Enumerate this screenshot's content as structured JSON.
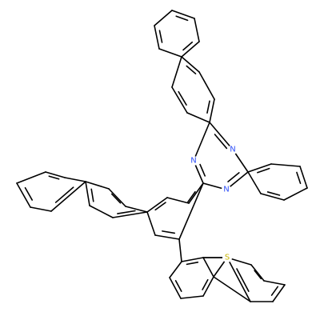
{
  "molecule": {
    "atom_labels": [
      {
        "id": "n1",
        "label": "N",
        "color": "#3050F8"
      },
      {
        "id": "n2",
        "label": "N",
        "color": "#3050F8"
      },
      {
        "id": "n3",
        "label": "N",
        "color": "#3050F8"
      },
      {
        "id": "s1",
        "label": "S",
        "color": "#C8B400"
      }
    ]
  }
}
